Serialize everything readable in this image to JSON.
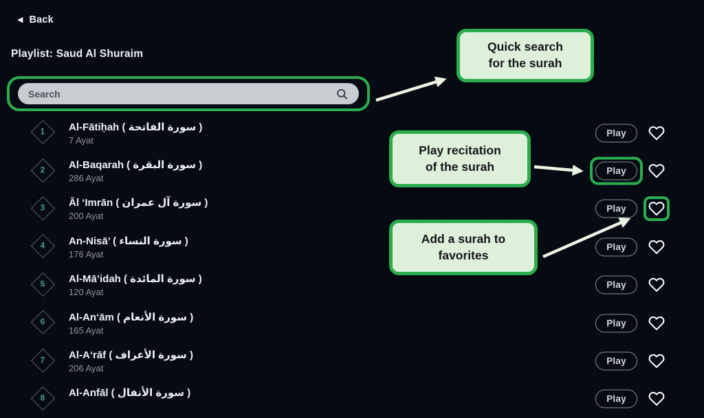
{
  "colors": {
    "bg": "#060a13",
    "accent": "#2bad4c",
    "callout-bg": "#dff0da",
    "callout-text": "#14151c",
    "arrow": "#e9f5e2",
    "search-bg": "#c9ccd1",
    "diamond-number": "#4aa38e"
  },
  "header": {
    "back_icon": "left-triangle-icon",
    "back_label": "Back",
    "title": "Playlist: Saud Al Shuraim"
  },
  "search": {
    "placeholder": "Search",
    "icon": "magnifier-icon",
    "value": ""
  },
  "list": {
    "play_label": "Play",
    "favorite_icon": "heart-outline-icon",
    "surahs": [
      {
        "number": "1",
        "name_latin": "Al-Fātiḥah",
        "name_arabic": "سورة الفاتحة",
        "ayat": "7 Ayat",
        "highlight": null
      },
      {
        "number": "2",
        "name_latin": "Al-Baqarah",
        "name_arabic": "سورة البقرة",
        "ayat": "286 Ayat",
        "highlight": "play"
      },
      {
        "number": "3",
        "name_latin": "Āl ‘Imrān",
        "name_arabic": "سورة آل عمران",
        "ayat": "200 Ayat",
        "highlight": "heart"
      },
      {
        "number": "4",
        "name_latin": "An-Nisā’",
        "name_arabic": "سورة النساء",
        "ayat": "176 Ayat",
        "highlight": null
      },
      {
        "number": "5",
        "name_latin": "Al-Mā’idah",
        "name_arabic": "سورة المائدة",
        "ayat": "120 Ayat",
        "highlight": null
      },
      {
        "number": "6",
        "name_latin": "Al-An‘ām",
        "name_arabic": "سورة الأنعام",
        "ayat": "165 Ayat",
        "highlight": null
      },
      {
        "number": "7",
        "name_latin": "Al-A‘rāf",
        "name_arabic": "سورة الأعراف",
        "ayat": "206 Ayat",
        "highlight": null
      },
      {
        "number": "8",
        "name_latin": "Al-Anfāl",
        "name_arabic": "سورة الأنفال",
        "ayat": "",
        "highlight": null
      }
    ]
  },
  "callouts": [
    {
      "id": "quick-search",
      "text": "Quick search\nfor the surah"
    },
    {
      "id": "play-recitation",
      "text": "Play recitation\nof the surah"
    },
    {
      "id": "add-favorites",
      "text": "Add a surah to\nfavorites"
    }
  ]
}
